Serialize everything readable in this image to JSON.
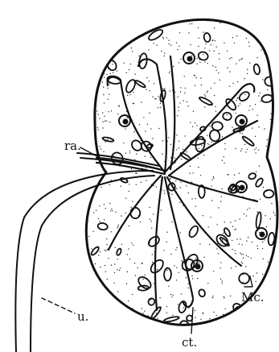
{
  "labels": {
    "renal_artery": "ra.",
    "ureter": "u.",
    "collecting_tubule": "ct.",
    "malpighian_corpuscle": "Mc."
  }
}
